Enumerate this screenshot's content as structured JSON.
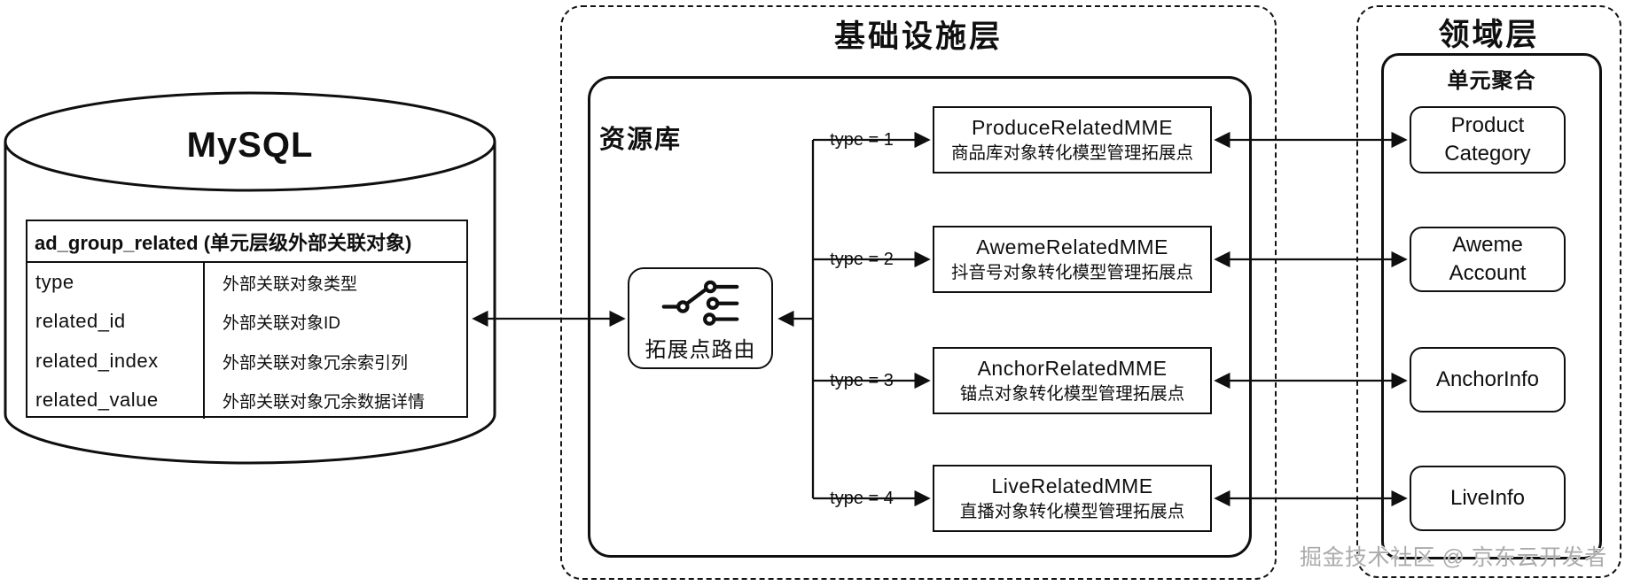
{
  "mysql": {
    "title": "MySQL",
    "table": {
      "header": "ad_group_related (单元层级外部关联对象)",
      "rows": [
        {
          "field": "type",
          "desc": "外部关联对象类型"
        },
        {
          "field": "related_id",
          "desc": "外部关联对象ID"
        },
        {
          "field": "related_index",
          "desc": "外部关联对象冗余索引列"
        },
        {
          "field": "related_value",
          "desc": "外部关联对象冗余数据详情"
        }
      ]
    }
  },
  "infrastructure": {
    "title": "基础设施层",
    "repository": {
      "title": "资源库",
      "router": {
        "label": "拓展点路由",
        "icon": "switch-route-icon"
      },
      "extensions": [
        {
          "condition": "type = 1",
          "name": "ProduceRelatedMME",
          "desc": "商品库对象转化模型管理拓展点"
        },
        {
          "condition": "type = 2",
          "name": "AwemeRelatedMME",
          "desc": "抖音号对象转化模型管理拓展点"
        },
        {
          "condition": "type = 3",
          "name": "AnchorRelatedMME",
          "desc": "锚点对象转化模型管理拓展点"
        },
        {
          "condition": "type = 4",
          "name": "LiveRelatedMME",
          "desc": "直播对象转化模型管理拓展点"
        }
      ]
    }
  },
  "domain": {
    "title": "领域层",
    "aggregate": {
      "title": "单元聚合",
      "entities": [
        {
          "name": "Product Category"
        },
        {
          "name": "Aweme Account"
        },
        {
          "name": "AnchorInfo"
        },
        {
          "name": "LiveInfo"
        }
      ]
    }
  },
  "watermark": "掘金技术社区 @ 京东云开发者",
  "colors": {
    "line": "#0f0f0f",
    "watermark": "#ababab"
  }
}
